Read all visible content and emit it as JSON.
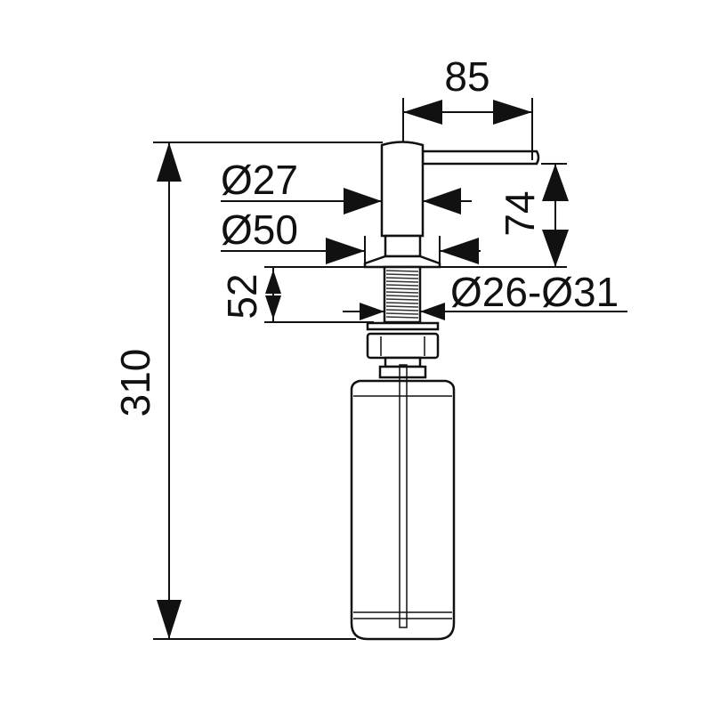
{
  "title": "Soap dispenser dimension drawing",
  "dimensions": {
    "spout_reach": "85",
    "total_height": "310",
    "head_diameter": "Ø27",
    "flange_diameter": "Ø50",
    "head_height": "74",
    "thread_length": "52",
    "hole_diameter": "Ø26-Ø31"
  },
  "colors": {
    "line": "#111111",
    "background": "#ffffff"
  }
}
